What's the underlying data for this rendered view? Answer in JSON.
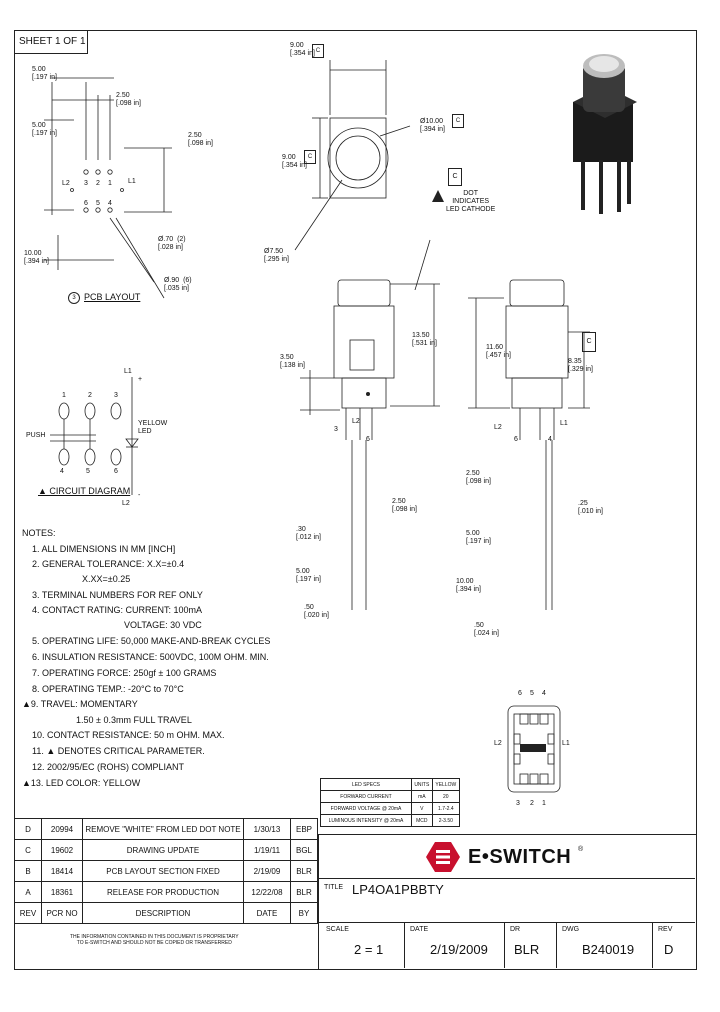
{
  "sheet": "SHEET 1 OF 1",
  "pcb_layout": {
    "dim_a": "5.00\n[.197 in]",
    "dim_b": "2.50\n[.098 in]",
    "dim_c": "5.00\n[.197 in]",
    "dim_d": "2.50\n[.098 in]",
    "dim_e": "10.00\n[.394 in]",
    "hole1": "Ø.70  (2)\n[.028 in]",
    "hole2": "Ø.90  (6)\n[.035 in]",
    "pins_top": [
      "3",
      "2",
      "1"
    ],
    "pins_bottom": [
      "6",
      "5",
      "4"
    ],
    "l2": "L2",
    "l1": "L1",
    "title": "PCB LAYOUT",
    "tag": "3"
  },
  "top_view": {
    "w": "9.00\n[.354 in]",
    "h": "9.00\n[.354 in]",
    "dia1": "Ø10.00\n[.394 in]",
    "dia2": "Ø7.50\n[.295 in]",
    "tags": [
      "C",
      "C",
      "C",
      "C"
    ],
    "dot_note": "DOT\nINDICATES\nLED CATHODE"
  },
  "side_view": {
    "h1": "13.50\n[.531 in]",
    "h2": "3.50\n[.138 in]",
    "h3": "11.60\n[.457 in]",
    "h4": "8.35\n[.329 in]",
    "pin1": "2.50\n[.098 in]",
    "pin2": ".30\n[.012 in]",
    "pin3": "5.00\n[.197 in]",
    "pin4": ".50\n[.020 in]",
    "pin5": "2.50\n[.098 in]",
    "pin6": ".25\n[.010 in]",
    "pin7": "5.00\n[.197 in]",
    "pin8": "10.00\n[.394 in]",
    "pin9": ".50\n[.024 in]",
    "labels_left": [
      "3",
      "L2",
      "6"
    ],
    "labels_right": [
      "L2",
      "6",
      "4",
      "L1"
    ],
    "tag": "C"
  },
  "circuit": {
    "l1": "L1",
    "plus": "+",
    "l2": "L2",
    "minus": "-",
    "push": "PUSH",
    "led": "YELLOW\nLED",
    "top_pins": [
      "1",
      "2",
      "3"
    ],
    "bottom_pins": [
      "4",
      "5",
      "6"
    ],
    "title": "▲ CIRCUIT DIAGRAM"
  },
  "notes": {
    "header": "NOTES:",
    "items": [
      "1. ALL DIMENSIONS IN MM [INCH]",
      "2. GENERAL TOLERANCE: X.X=±0.4",
      "X.XX=±0.25",
      "3. TERMINAL NUMBERS FOR REF ONLY",
      "4. CONTACT RATING: CURRENT: 100mA",
      "VOLTAGE: 30 VDC",
      "5. OPERATING LIFE: 50,000 MAKE-AND-BREAK CYCLES",
      "6. INSULATION RESISTANCE: 500VDC, 100M OHM. MIN.",
      "7. OPERATING FORCE: 250gf ± 100 GRAMS",
      "8. OPERATING TEMP.: -20°C to 70°C",
      "▲9. TRAVEL: MOMENTARY",
      "1.50 ± 0.3mm FULL TRAVEL",
      "10. CONTACT RESISTANCE: 50 m OHM. MAX.",
      "11. ▲ DENOTES CRITICAL PARAMETER.",
      "12. 2002/95/EC (ROHS) COMPLIANT",
      "▲13. LED COLOR: YELLOW"
    ]
  },
  "bottom_view": {
    "pins_top": [
      "6",
      "5",
      "4"
    ],
    "pins_bottom": [
      "3",
      "2",
      "1"
    ],
    "l2": "L2",
    "l1": "L1"
  },
  "led_specs": {
    "headers": [
      "LED SPECS",
      "UNITS",
      "YELLOW"
    ],
    "rows": [
      [
        "FORWARD CURRENT",
        "mA",
        "20"
      ],
      [
        "FORWARD VOLTAGE @ 20mA",
        "V",
        "1.7-2.4"
      ],
      [
        "LUMINOUS INTENSITY @ 20mA",
        "MCD",
        "2-3.50"
      ]
    ]
  },
  "revisions": {
    "rows": [
      [
        "D",
        "20994",
        "REMOVE \"WHITE\" FROM LED DOT NOTE",
        "1/30/13",
        "EBP"
      ],
      [
        "C",
        "19602",
        "DRAWING UPDATE",
        "1/19/11",
        "BGL"
      ],
      [
        "B",
        "18414",
        "PCB LAYOUT SECTION FIXED",
        "2/19/09",
        "BLR"
      ],
      [
        "A",
        "18361",
        "RELEASE FOR PRODUCTION",
        "12/22/08",
        "BLR"
      ]
    ],
    "headers": [
      "REV",
      "PCR NO",
      "DESCRIPTION",
      "DATE",
      "BY"
    ]
  },
  "disclaimer": "THE INFORMATION CONTAINED IN THIS DOCUMENT IS PROPRIETARY\nTO E-SWITCH AND SHOULD NOT BE COPIED OR TRANSFERRED",
  "brand": {
    "name": "E•SWITCH",
    "reg": "®",
    "color": "#c8102e"
  },
  "title_block": {
    "title_label": "TITLE",
    "title": "LP4OA1PBBTY",
    "scale_label": "SCALE",
    "scale": "2 = 1",
    "date_label": "DATE",
    "date": "2/19/2009",
    "dr_label": "DR",
    "dr": "BLR",
    "dwg_label": "DWG",
    "dwg": "B240019",
    "rev_label": "REV",
    "rev": "D"
  }
}
